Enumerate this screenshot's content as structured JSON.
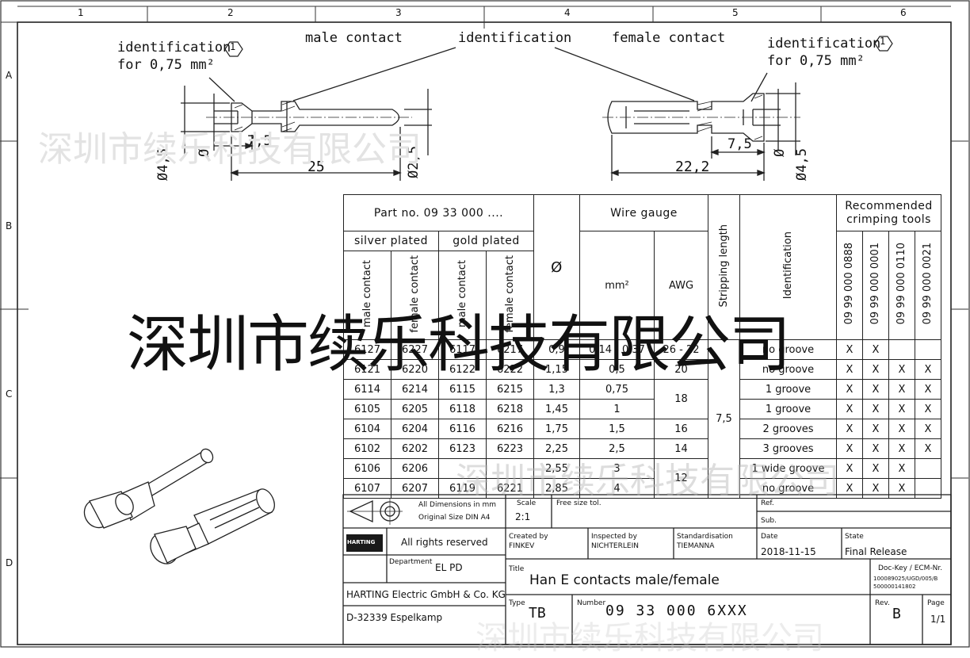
{
  "grid": {
    "columns": [
      "1",
      "2",
      "3",
      "4",
      "5",
      "6"
    ],
    "rows": [
      "A",
      "B",
      "C",
      "D"
    ]
  },
  "drawing": {
    "male_label": "male contact",
    "female_label": "female contact",
    "identification_center": "identification",
    "id_left_line1": "identification",
    "id_left_line2": "for 0,75 mm²",
    "id_right_line1": "identification",
    "id_right_line2": "for 0,75 mm²",
    "id_badge": "1",
    "dims": {
      "male_7_5": "7,5",
      "male_25": "25",
      "male_dia45": "Ø4,5",
      "male_dia": "Ø",
      "male_dia25": "Ø2,5",
      "female_7_5": "7,5",
      "female_22_2": "22,2",
      "female_dia": "Ø",
      "female_dia45": "Ø4,5"
    }
  },
  "watermark": {
    "text_large": "深圳市续乐科技有限公司",
    "text_ghost": "深圳市续乐科技有限公司"
  },
  "table": {
    "part_no": "Part no. 09 33 000 ....",
    "silver": "silver plated",
    "gold": "gold plated",
    "male": "male contact",
    "female": "female contact",
    "dia_symbol": "Ø",
    "wire_gauge": "Wire gauge",
    "mm2": "mm²",
    "awg": "AWG",
    "stripping": "Stripping length",
    "identification": "Identification",
    "recommended": "Recommended crimping tools",
    "tools": [
      "09 99 000 0888",
      "09 99 000 0001",
      "09 99 000 0110",
      "09 99 000 0021"
    ],
    "rows": [
      {
        "sm": "6127",
        "sf": "6227",
        "gm": "6117",
        "gf": "6217",
        "dia": "0,9",
        "mm2": "0,14 - 0,37",
        "awg": "26 - 22",
        "id": "no groove",
        "t": [
          "X",
          "X",
          "",
          ""
        ]
      },
      {
        "sm": "6121",
        "sf": "6220",
        "gm": "6122",
        "gf": "6222",
        "dia": "1,15",
        "mm2": "0,5",
        "awg": "20",
        "id": "no groove",
        "t": [
          "X",
          "X",
          "X",
          "X"
        ]
      },
      {
        "sm": "6114",
        "sf": "6214",
        "gm": "6115",
        "gf": "6215",
        "dia": "1,3",
        "mm2": "0,75",
        "awg": "18",
        "id": "1 groove",
        "t": [
          "X",
          "X",
          "X",
          "X"
        ]
      },
      {
        "sm": "6105",
        "sf": "6205",
        "gm": "6118",
        "gf": "6218",
        "dia": "1,45",
        "mm2": "1",
        "awg": "",
        "id": "1 groove",
        "t": [
          "X",
          "X",
          "X",
          "X"
        ]
      },
      {
        "sm": "6104",
        "sf": "6204",
        "gm": "6116",
        "gf": "6216",
        "dia": "1,75",
        "mm2": "1,5",
        "awg": "16",
        "id": "2 grooves",
        "t": [
          "X",
          "X",
          "X",
          "X"
        ]
      },
      {
        "sm": "6102",
        "sf": "6202",
        "gm": "6123",
        "gf": "6223",
        "dia": "2,25",
        "mm2": "2,5",
        "awg": "14",
        "id": "3 grooves",
        "t": [
          "X",
          "X",
          "X",
          "X"
        ]
      },
      {
        "sm": "6106",
        "sf": "6206",
        "gm": "",
        "gf": "",
        "dia": "2,55",
        "mm2": "3",
        "awg": "12",
        "id": "1 wide groove",
        "t": [
          "X",
          "X",
          "X",
          ""
        ]
      },
      {
        "sm": "6107",
        "sf": "6207",
        "gm": "6119",
        "gf": "6221",
        "dia": "2,85",
        "mm2": "4",
        "awg": "",
        "id": "no groove",
        "t": [
          "X",
          "X",
          "X",
          ""
        ]
      }
    ],
    "stripping_value": "7,5"
  },
  "titleblock": {
    "all_dims": "All Dimensions in mm",
    "orig_size": "Original Size DIN A4",
    "scale_label": "Scale",
    "scale_value": "2:1",
    "free_size": "Free size tol.",
    "ref": "Ref.",
    "sub": "Sub.",
    "rights": "All rights reserved",
    "created_label": "Created by",
    "created_value": "FINKEV",
    "inspected_label": "Inspected by",
    "inspected_value": "NICHTERLEIN",
    "standard_label": "Standardisation",
    "standard_value": "TIEMANNA",
    "date_label": "Date",
    "date_value": "2018-11-15",
    "state_label": "State",
    "state_value": "Final Release",
    "dept_label": "Department",
    "dept_value": "EL PD",
    "title_label": "Title",
    "title_value": "Han E contacts male/female",
    "dockey_label": "Doc-Key / ECM-Nr.",
    "dockey_value1": "100089025/UGD/005/B",
    "dockey_value2": "500000141802",
    "company": "HARTING Electric GmbH & Co. KG",
    "address": "D-32339 Espelkamp",
    "type_label": "Type",
    "type_value": "TB",
    "number_label": "Number",
    "number_value": "09 33 000 6XXX",
    "rev_label": "Rev.",
    "rev_value": "B",
    "page_label": "Page",
    "page_value": "1/1",
    "logo": "HARTING"
  }
}
